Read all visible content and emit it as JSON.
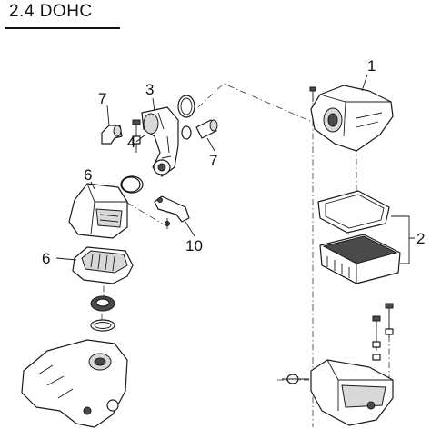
{
  "title": "2.4 DOHC",
  "callouts": {
    "c1": "1",
    "c2": "2",
    "c3": "3",
    "c4": "4",
    "c6_top": "6",
    "c6_bottom": "6",
    "c7_left": "7",
    "c7_right": "7",
    "c10": "10"
  }
}
